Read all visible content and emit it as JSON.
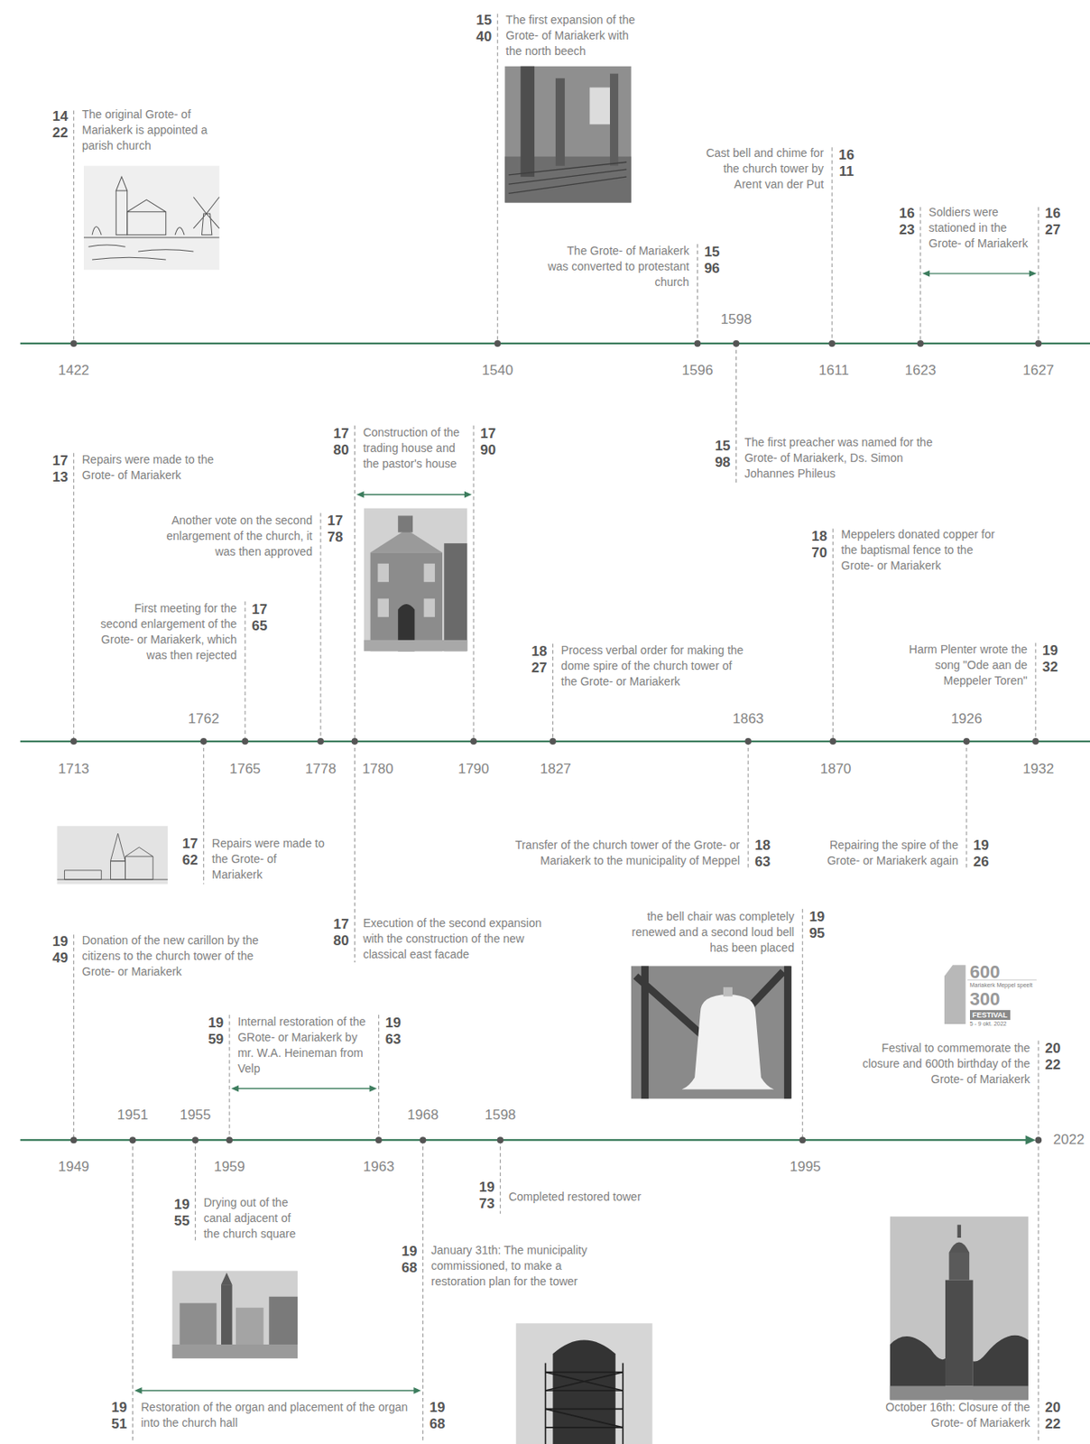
{
  "diagram": {
    "labels": [
      "14 22",
      "The original Grote- of Mariakerk is appointed a parish church",
      "15 40",
      "The first expansion of the Grote- of Mariakerk with the north beech",
      "The Grote- of Mariakerk was converted to protestant church",
      "15 96",
      "1598",
      "Cast bell and chime for the church tower by Arent van der Put",
      "16 11",
      "16 23",
      "Soldiers were stationed in the Grote- of Mariakerk",
      "16 27",
      "1422",
      "1540",
      "1596",
      "1611",
      "1623",
      "1627",
      "15 98",
      "The first preacher was named for the Grote- of Mariakerk, Ds. Simon Johannes Phileus",
      "17 13",
      "Repairs were made to the Grote- of Mariakerk",
      "17 80",
      "Construction of the trading house and the pastor's house",
      "17 90",
      "Another vote on the second enlargement of the church, it was then approved",
      "17 78",
      "First meeting for the second enlargement of the Grote- or Mariakerk, which was then rejected",
      "17 65",
      "18 27",
      "Process verbal order for making the dome spire of the church tower of the Grote- or Mariakerk",
      "18 70",
      "Meppelers donated copper for the baptismal fence to the Grote- or Mariakerk",
      "Harm Plenter wrote the song \"Ode aan de Meppeler Toren\"",
      "19 32",
      "1762",
      "1863",
      "1926",
      "1713",
      "1765",
      "1778",
      "1780",
      "1790",
      "1827",
      "1870",
      "1932",
      "17 62",
      "Repairs were made to the Grote- of Mariakerk",
      "17 80",
      "Execution of the second expansion with the construction of the new classical east facade",
      "Transfer of the church tower of the Grote- or Mariakerk to the municipality of Meppel",
      "18 63",
      "Repairing the spire of the Grote- or Mariakerk again",
      "19 26",
      "19 49",
      "Donation of the new carillon by the citizens to the church tower of the Grote- or Mariakerk",
      "19 59",
      "Internal restoration of the GRote- or Mariakerk by mr. W.A. Heineman from Velp",
      "19 63",
      "the bell chair was completely renewed and a second loud bell has been placed",
      "19 95",
      "600",
      "Mariakerk Meppel speelt",
      "300",
      "FESTIVAL",
      "5 - 9 okt. 2022",
      "Festival to commemorate the closure and 600th birthday of the Grote- of Mariakerk",
      "20 22",
      "1951",
      "1955",
      "1968",
      "1598",
      "2022",
      "1949",
      "1959",
      "1963",
      "1995",
      "19 55",
      "Drying out of the canal adjacent of the church square",
      "19 73",
      "Completed restored tower",
      "19 68",
      "January 31th: The municipality commissioned, to make a restoration plan for the tower",
      "19 51",
      "Restoration of the organ and placement of the organ into the church hall",
      "19 68",
      "October 16th: Closure of the Grote- of Mariakerk",
      "20 22"
    ]
  }
}
